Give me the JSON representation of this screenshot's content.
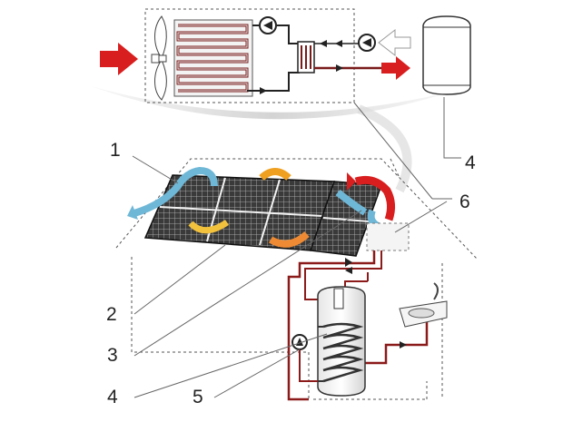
{
  "callouts": {
    "c1": "1",
    "c2": "2",
    "c3": "3",
    "c4_top": "4",
    "c4_bottom": "4",
    "c5": "5",
    "c6": "6"
  },
  "colors": {
    "hot_red": "#d81e1e",
    "cold_blue": "#6fb7d6",
    "warm_orange": "#f0a020",
    "warm_yellow": "#f3c23d",
    "pipe_dark": "#7a1a1a",
    "panel": "#2f2f2f"
  },
  "icons": [
    "fan-icon",
    "pump-icon",
    "arrow-icon",
    "storage-tank-icon",
    "sink-icon",
    "solar-panel-icon",
    "house-outline-icon"
  ]
}
